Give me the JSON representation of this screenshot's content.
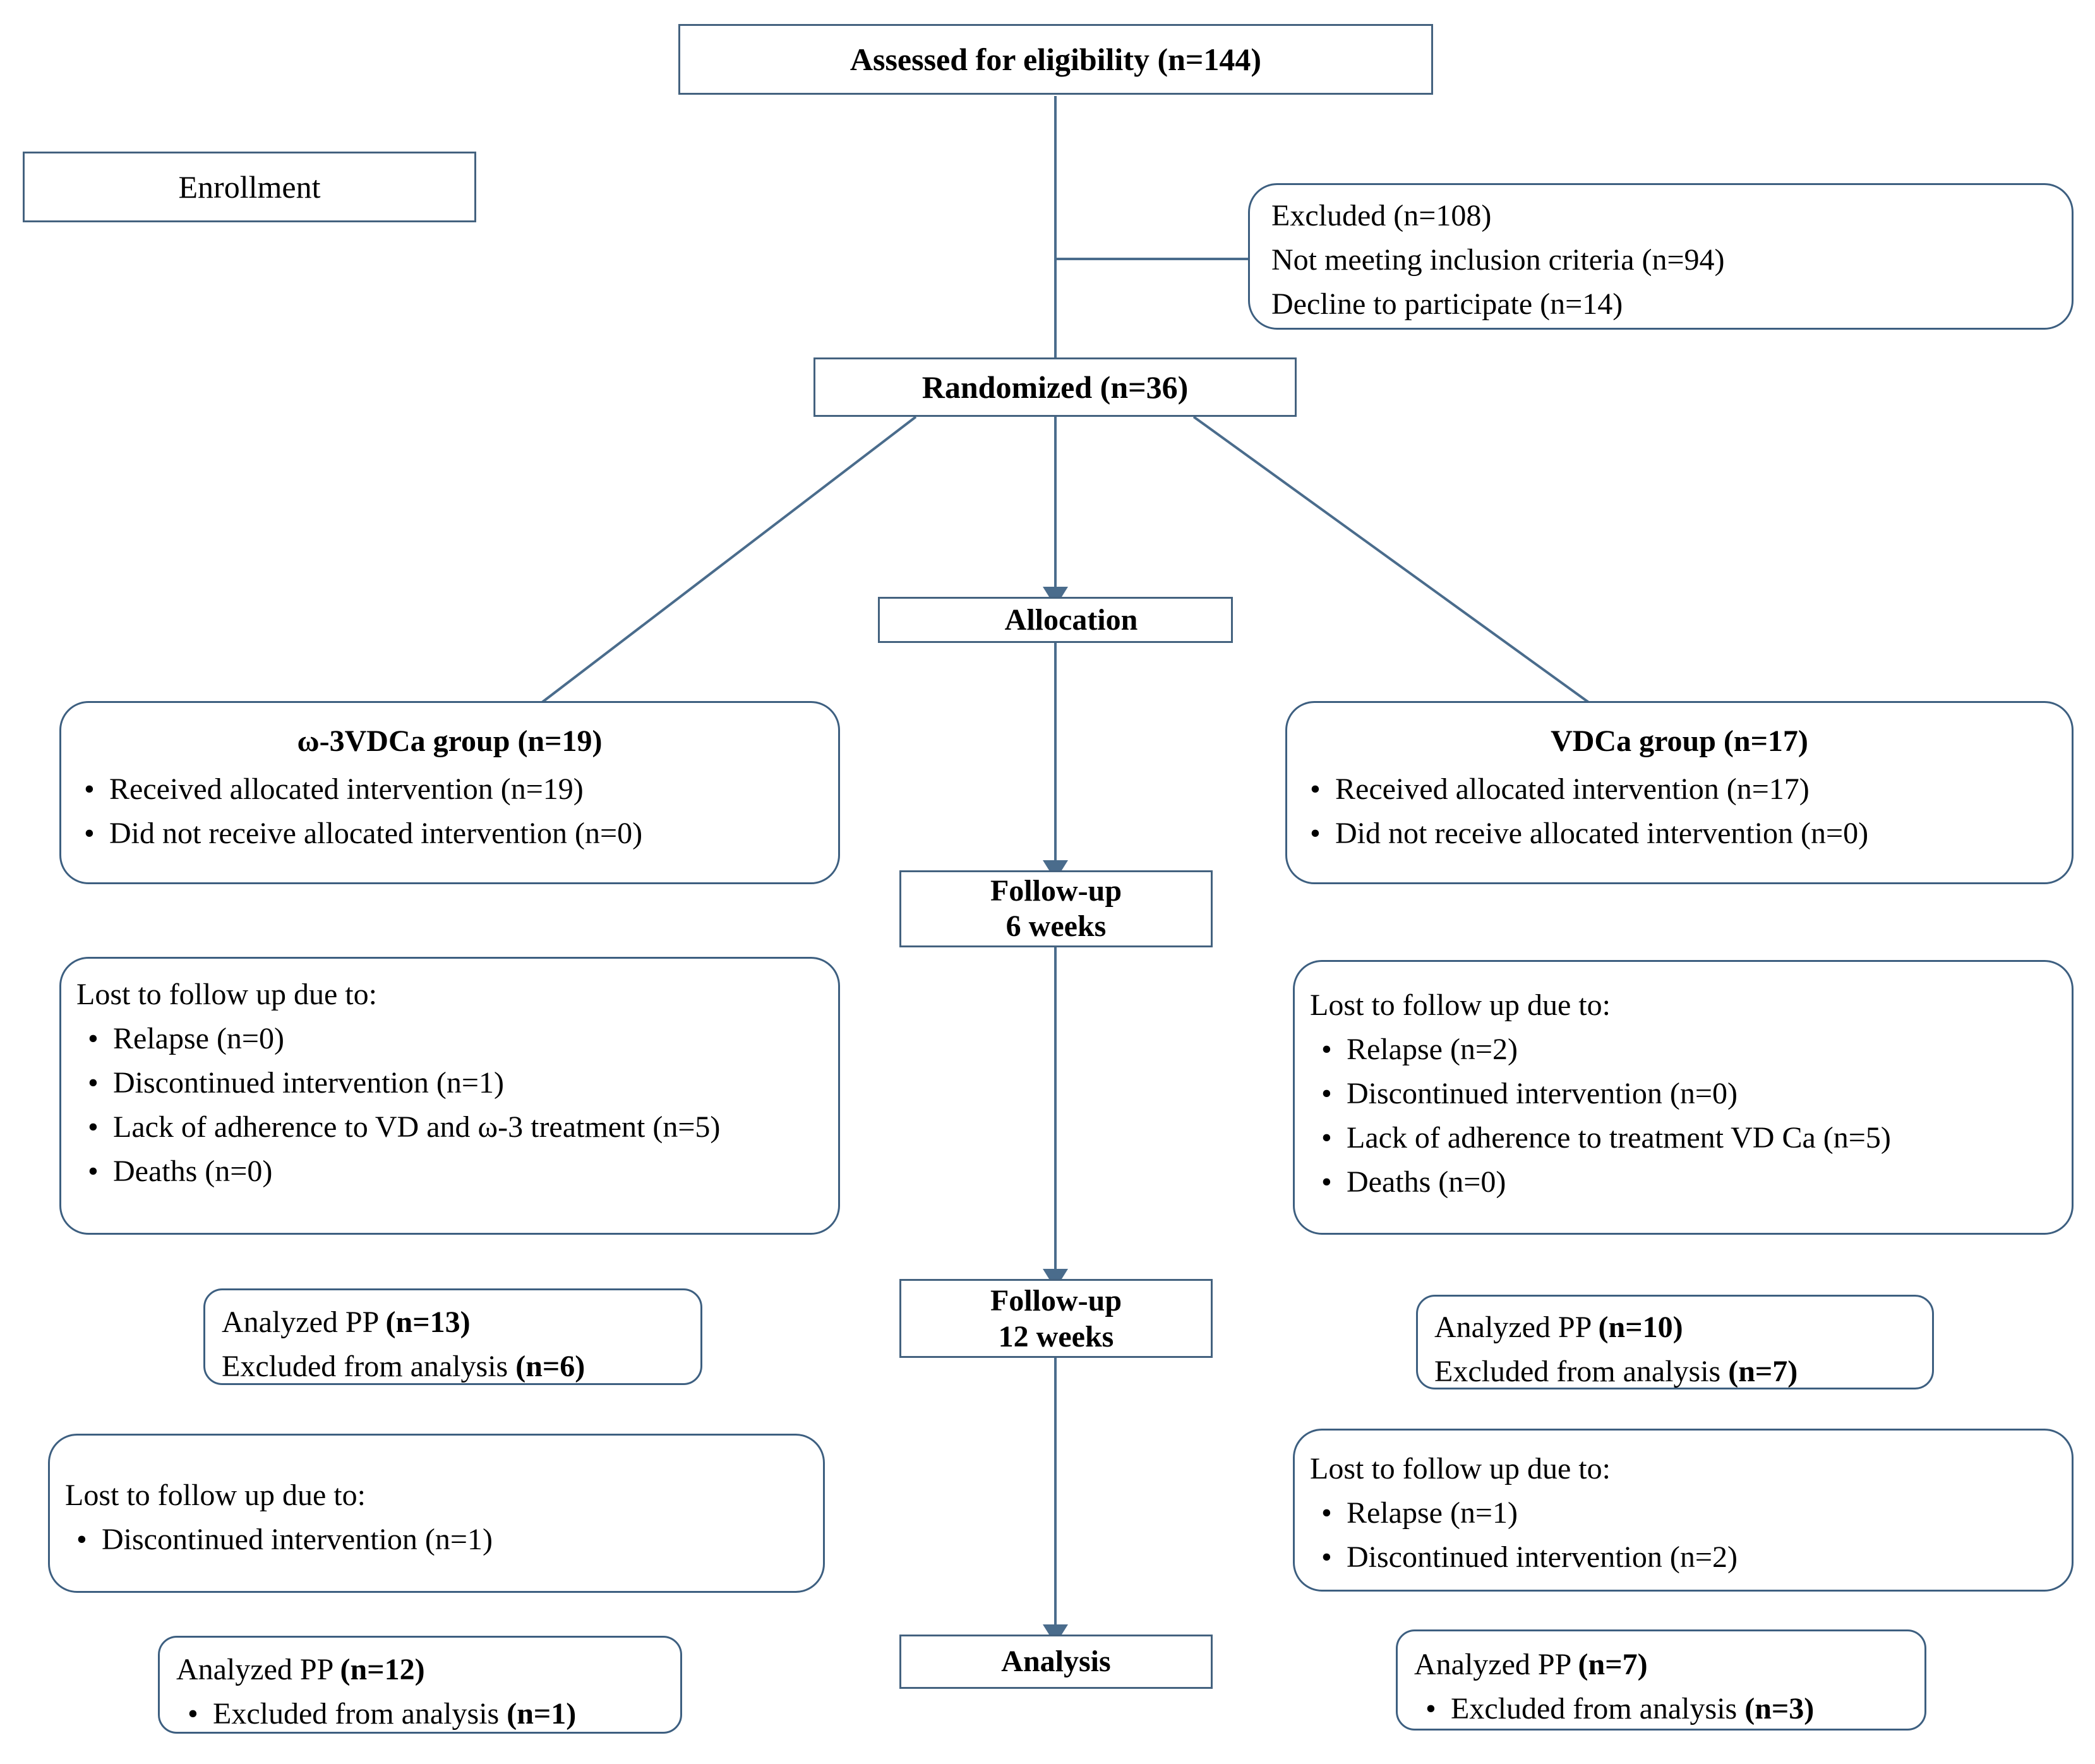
{
  "diagram": {
    "type": "CONSORT participant flow diagram",
    "stage_labels": {
      "enrollment": "Enrollment",
      "allocation": "Allocation",
      "followup_6w_line1": "Follow-up",
      "followup_6w_line2": "6 weeks",
      "followup_12w_line1": "Follow-up",
      "followup_12w_line2": "12 weeks",
      "analysis": "Analysis"
    },
    "assessed": "Assessed for eligibility (n=144)",
    "randomized": "Randomized (n=36)",
    "excluded": {
      "lines": [
        "Excluded (n=108)",
        "Not meeting inclusion criteria (n=94)",
        "Decline to participate (n=14)"
      ]
    },
    "left_arm": {
      "title": "ω-3VDCa group (n=19)",
      "allocation_items": [
        "Received allocated intervention (n=19)",
        "Did not receive allocated intervention (n=0)"
      ],
      "lost_6w": {
        "heading": "Lost to follow up due to:",
        "items": [
          "Relapse (n=0)",
          "Discontinued intervention (n=1)",
          "Lack of adherence to VD and ω-3 treatment (n=5)",
          "Deaths (n=0)"
        ]
      },
      "analyzed_12w": {
        "analyzed_label": "Analyzed PP ",
        "analyzed_n": "(n=13)",
        "excluded_label": "Excluded from analysis ",
        "excluded_n": "(n=6)"
      },
      "lost_12w": {
        "heading": "Lost to follow up due to:",
        "items": [
          "Discontinued intervention (n=1)"
        ]
      },
      "analyzed_final": {
        "analyzed_label": "Analyzed PP ",
        "analyzed_n": "(n=12)",
        "excluded_label": "Excluded from analysis ",
        "excluded_n": "(n=1)"
      }
    },
    "right_arm": {
      "title": "VDCa group (n=17)",
      "allocation_items": [
        "Received allocated intervention (n=17)",
        "Did not receive allocated intervention (n=0)"
      ],
      "lost_6w": {
        "heading": "Lost to follow up due to:",
        "items": [
          "Relapse (n=2)",
          "Discontinued intervention (n=0)",
          "Lack of adherence to treatment VD Ca (n=5)",
          "Deaths (n=0)"
        ]
      },
      "analyzed_12w": {
        "analyzed_label": "Analyzed PP ",
        "analyzed_n": "(n=10)",
        "excluded_label": "Excluded from analysis ",
        "excluded_n": "(n=7)"
      },
      "lost_12w": {
        "heading": "Lost to follow up due to:",
        "items": [
          "Relapse (n=1)",
          "Discontinued intervention (n=2)"
        ]
      },
      "analyzed_final": {
        "analyzed_label": "Analyzed PP ",
        "analyzed_n": "(n=7)",
        "excluded_label": "Excluded from analysis ",
        "excluded_n": "(n=3)"
      }
    },
    "colors": {
      "box_border": "#3d5f80",
      "connector": "#4a6c8c",
      "background": "#ffffff",
      "text": "#000000"
    }
  }
}
